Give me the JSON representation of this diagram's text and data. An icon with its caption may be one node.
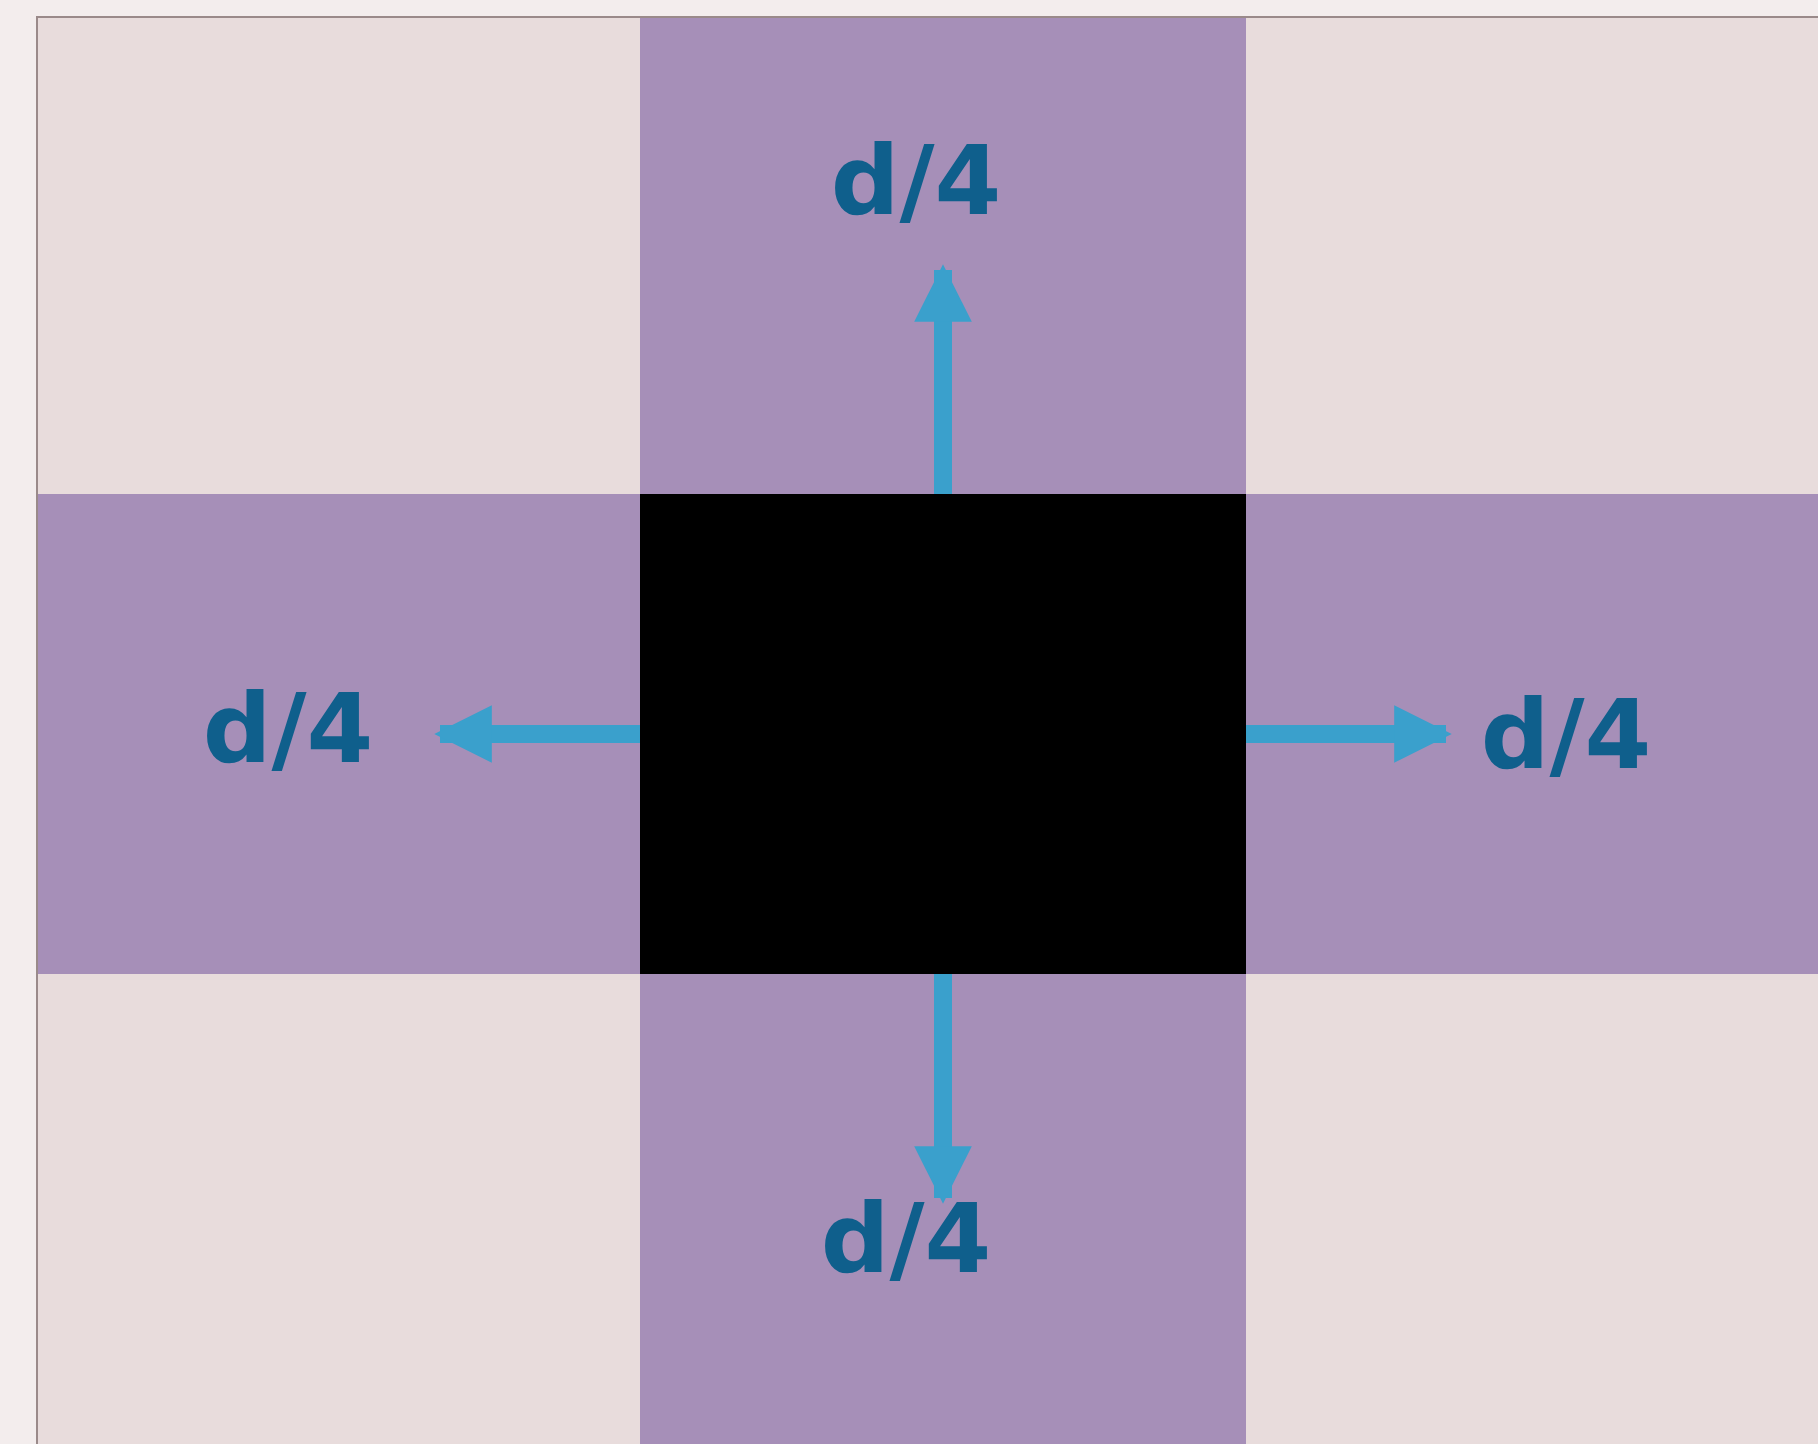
{
  "diagram": {
    "nodes": [
      {
        "text": [],
        "shape": "box"
      },
      {
        "text": [
          "d/4"
        ]
      },
      {
        "text": [],
        "shape": "box"
      },
      {
        "text": [
          "d/4"
        ]
      },
      {
        "text": [],
        "shape": "box"
      },
      {
        "text": [
          "d/4"
        ]
      },
      {
        "text": [],
        "shape": "box"
      },
      {
        "text": [
          "d/4"
        ]
      },
      {
        "text": [],
        "shape": "box"
      }
    ],
    "edges": [
      {
        "from": 4,
        "to": 1,
        "arrow": "to"
      },
      {
        "from": 4,
        "to": 3,
        "arrow": "to"
      },
      {
        "from": 4,
        "to": 5,
        "arrow": "to"
      },
      {
        "from": 4,
        "to": 7,
        "arrow": "to"
      }
    ]
  }
}
